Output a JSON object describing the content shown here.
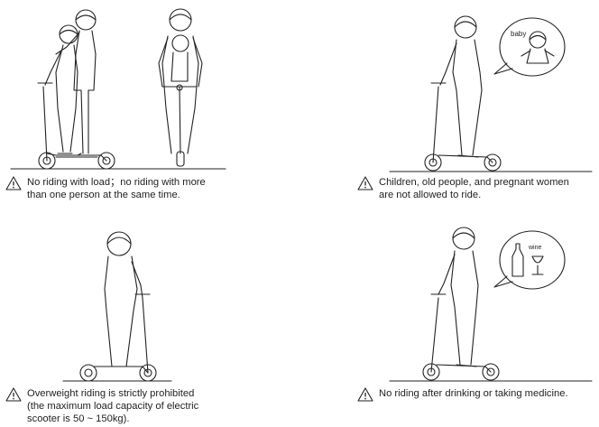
{
  "panels": [
    {
      "id": "p1",
      "caption": [
        "No riding with load；no riding with more",
        "than one person at the same time."
      ],
      "icon": "warning-triangle-icon"
    },
    {
      "id": "p2",
      "caption": [
        "Children, old people, and pregnant women",
        "are not allowed to ride."
      ],
      "icon": "warning-triangle-icon",
      "bubble_label": "baby"
    },
    {
      "id": "p3",
      "caption": [
        "Overweight riding is strictly prohibited",
        "(the maximum load capacity of electric",
        "scooter is 50 ~ 150kg)."
      ],
      "icon": "warning-triangle-icon"
    },
    {
      "id": "p4",
      "caption": [
        "No riding after drinking or taking medicine."
      ],
      "icon": "warning-triangle-icon",
      "bubble_label": "wine"
    }
  ]
}
